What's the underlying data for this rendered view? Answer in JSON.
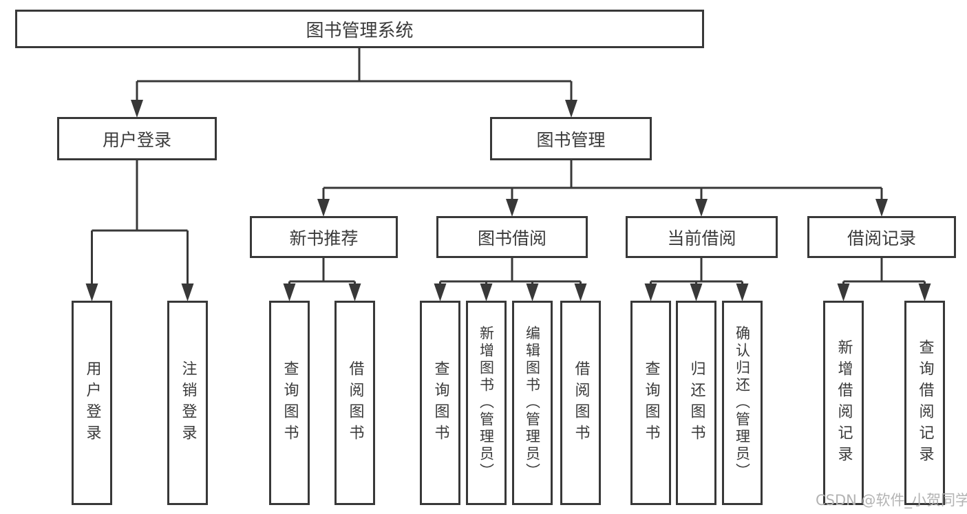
{
  "tree": {
    "root": {
      "label": "图书管理系统",
      "children": [
        {
          "label": "用户登录",
          "children": [
            {
              "label": "用户登录"
            },
            {
              "label": "注销登录"
            }
          ]
        },
        {
          "label": "图书管理",
          "children": [
            {
              "label": "新书推荐",
              "children": [
                {
                  "label": "查询图书"
                },
                {
                  "label": "借阅图书"
                }
              ]
            },
            {
              "label": "图书借阅",
              "children": [
                {
                  "label": "查询图书"
                },
                {
                  "label": "新增图书（管理员）"
                },
                {
                  "label": "编辑图书（管理员）"
                },
                {
                  "label": "借阅图书"
                }
              ]
            },
            {
              "label": "当前借阅",
              "children": [
                {
                  "label": "查询图书"
                },
                {
                  "label": "归还图书"
                },
                {
                  "label": "确认归还（管理员）"
                }
              ]
            },
            {
              "label": "借阅记录",
              "children": [
                {
                  "label": "新增借阅记录"
                },
                {
                  "label": "查询借阅记录"
                }
              ]
            }
          ]
        }
      ]
    }
  },
  "watermark": {
    "text": "CSDN @软件_小贺同学"
  },
  "colors": {
    "line": "#383838",
    "text": "#3a3a3a",
    "background": "#ffffff",
    "watermark": "#b3b3b3"
  }
}
